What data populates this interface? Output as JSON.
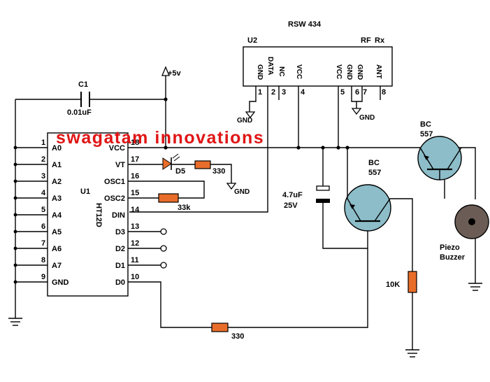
{
  "rf_module": {
    "title": "RSW 434",
    "ref": "U2",
    "rf_label": "RF",
    "rx_label": "Rx",
    "pins": [
      {
        "name": "GND",
        "num": "1"
      },
      {
        "name": "DATA",
        "num": "2"
      },
      {
        "name": "NC",
        "num": "3"
      },
      {
        "name": "VCC",
        "num": "4"
      },
      {
        "name": "VCC",
        "num": "5"
      },
      {
        "name": "GND",
        "num": "6"
      },
      {
        "name": "GND",
        "num": "7"
      },
      {
        "name": "ANT",
        "num": "8"
      }
    ]
  },
  "decoder": {
    "ref": "U1",
    "part": "HT12D",
    "left_pins": [
      {
        "num": "1",
        "name": "A0"
      },
      {
        "num": "2",
        "name": "A1"
      },
      {
        "num": "3",
        "name": "A2"
      },
      {
        "num": "4",
        "name": "A3"
      },
      {
        "num": "5",
        "name": "A4"
      },
      {
        "num": "6",
        "name": "A5"
      },
      {
        "num": "7",
        "name": "A6"
      },
      {
        "num": "8",
        "name": "A7"
      },
      {
        "num": "9",
        "name": "GND"
      }
    ],
    "right_pins": [
      {
        "num": "18",
        "name": "VCC"
      },
      {
        "num": "17",
        "name": "VT"
      },
      {
        "num": "16",
        "name": "OSC1"
      },
      {
        "num": "15",
        "name": "OSC2"
      },
      {
        "num": "14",
        "name": "DIN"
      },
      {
        "num": "13",
        "name": "D3"
      },
      {
        "num": "12",
        "name": "D2"
      },
      {
        "num": "11",
        "name": "D1"
      },
      {
        "num": "10",
        "name": "D0"
      }
    ]
  },
  "components": {
    "c1_ref": "C1",
    "c1_value": "0.01uF",
    "supply": "+5v",
    "led": "D5",
    "r_led": "330",
    "r_osc": "33k",
    "r_base": "330",
    "r_10k": "10K",
    "cap2_value": "4.7uF",
    "cap2_voltage": "25V",
    "q1_name": "BC",
    "q1_type": "557",
    "q2_name": "BC",
    "q2_type": "557",
    "buzzer_line1": "Piezo",
    "buzzer_line2": "Buzzer",
    "gnd": "GND"
  },
  "watermark": "swagatam innovations"
}
